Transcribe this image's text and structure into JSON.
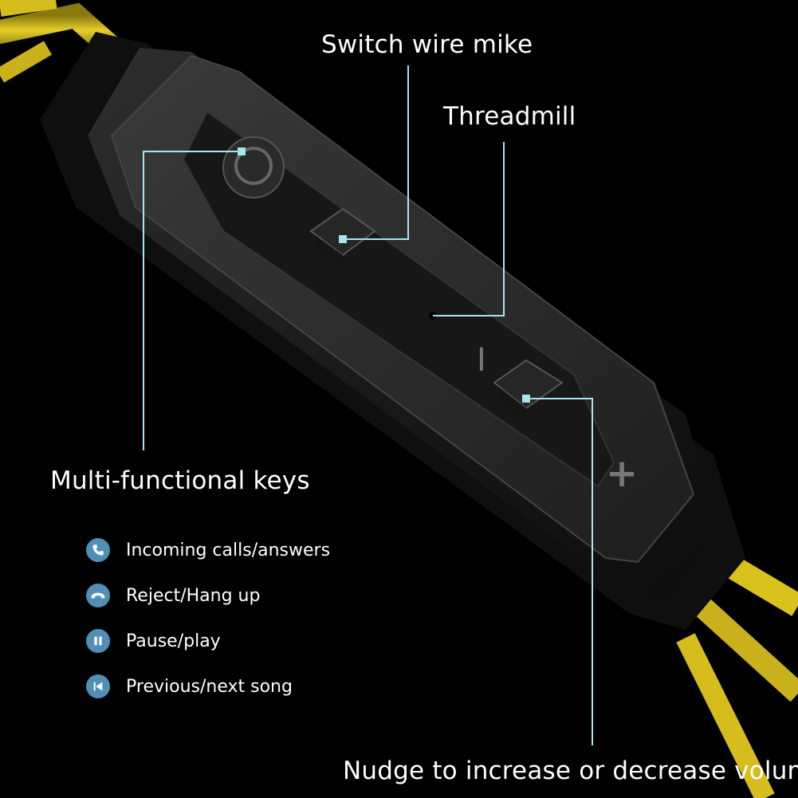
{
  "callouts": {
    "switch_wire_mike": "Switch wire mike",
    "threadmill": "Threadmill",
    "multi_functional_keys": "Multi-functional keys",
    "volume": "Nudge to increase or decrease volume"
  },
  "legend": [
    {
      "icon": "phone-answer-icon",
      "label": "Incoming calls/answers"
    },
    {
      "icon": "phone-hangup-icon",
      "label": "Reject/Hang up"
    },
    {
      "icon": "pause-icon",
      "label": "Pause/play"
    },
    {
      "icon": "previous-track-icon",
      "label": "Previous/next song"
    }
  ],
  "colors": {
    "background": "#000000",
    "cable": "#d9c21c",
    "remote_body": "#1c1c1c",
    "leader_line": "#a8e6ef",
    "legend_icon": "#4f8fb8"
  }
}
